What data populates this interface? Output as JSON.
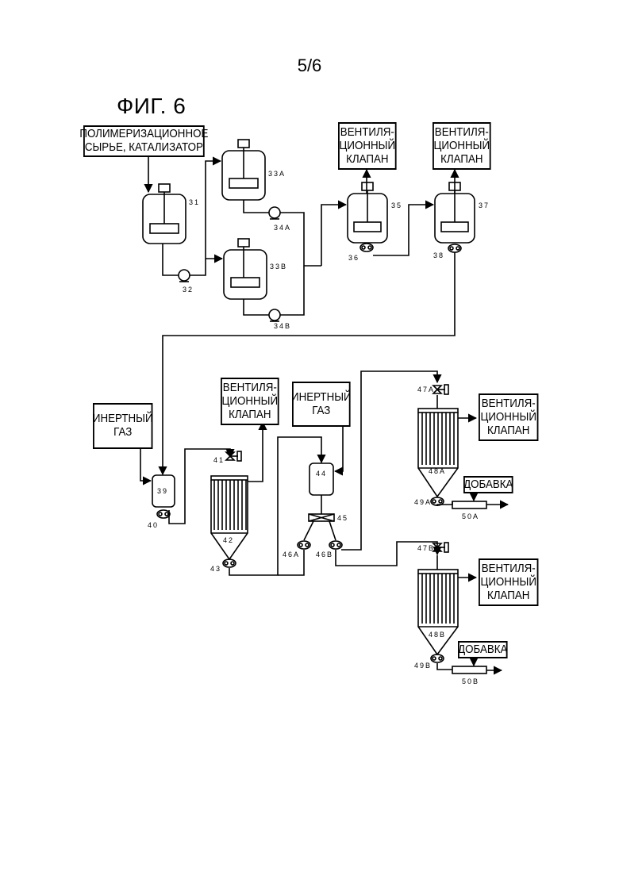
{
  "page_number": "5/6",
  "figure_title": "ФИГ. 6",
  "boxes": {
    "feed": "ПОЛИМЕРИЗАЦИОННОЕ\nСЫРЬЕ, КАТАЛИЗАТОР",
    "vent_35": "ВЕНТИЛЯ-\nЦИОННЫЙ\nКЛАПАН",
    "vent_37": "ВЕНТИЛЯ-\nЦИОННЫЙ\nКЛАПАН",
    "inert_39": "ИНЕРТНЫЙ\nГАЗ",
    "vent_42": "ВЕНТИЛЯ-\nЦИОННЫЙ\nКЛАПАН",
    "inert_44": "ИНЕРТНЫЙ\nГАЗ",
    "vent_48a": "ВЕНТИЛЯ-\nЦИОННЫЙ\nКЛАПАН",
    "additive_a": "ДОБАВКА",
    "vent_48b": "ВЕНТИЛЯ-\nЦИОННЫЙ\nКЛАПАН",
    "additive_b": "ДОБАВКА"
  },
  "labels": {
    "l31": "31",
    "l32": "32",
    "l33a": "33A",
    "l33b": "33B",
    "l34a": "34A",
    "l34b": "34B",
    "l35": "35",
    "l36": "36",
    "l37": "37",
    "l38": "38",
    "l39": "39",
    "l40": "40",
    "l41": "41",
    "l42": "42",
    "l43": "43",
    "l44": "44",
    "l45": "45",
    "l46a": "46A",
    "l46b": "46B",
    "l47a": "47A",
    "l47b": "47B",
    "l48a": "48A",
    "l48b": "48B",
    "l49a": "49A",
    "l49b": "49B",
    "l50a": "50A",
    "l50b": "50B"
  }
}
